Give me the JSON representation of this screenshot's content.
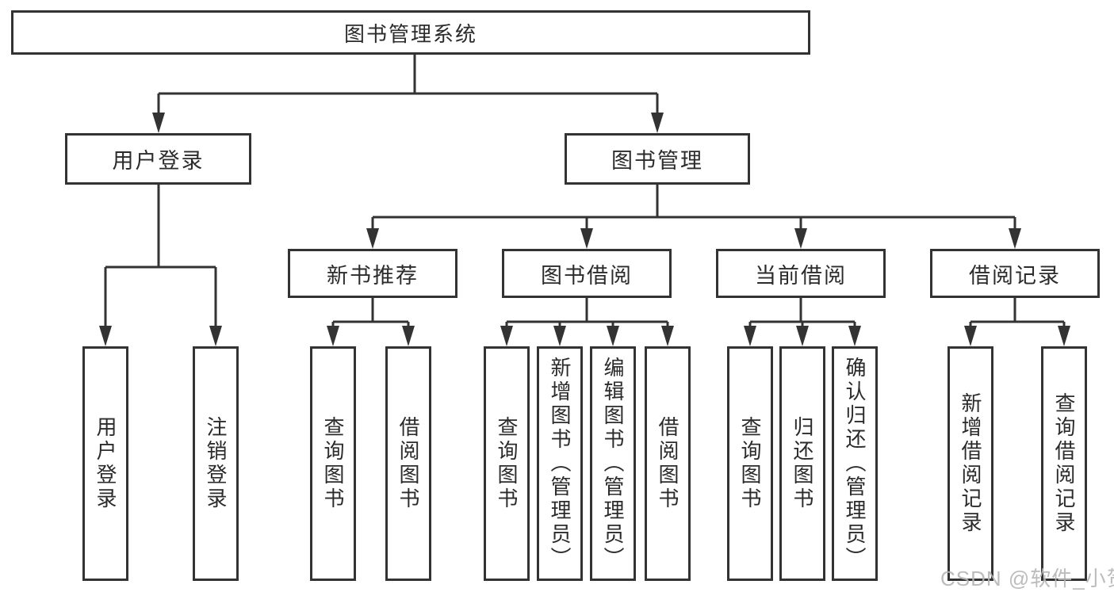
{
  "tree": {
    "label": "图书管理系统",
    "children": [
      {
        "label": "用户登录",
        "children": [
          {
            "label": "用户登录"
          },
          {
            "label": "注销登录"
          }
        ]
      },
      {
        "label": "图书管理",
        "children": [
          {
            "label": "新书推荐",
            "children": [
              {
                "label": "查询图书"
              },
              {
                "label": "借阅图书"
              }
            ]
          },
          {
            "label": "图书借阅",
            "children": [
              {
                "label": "查询图书"
              },
              {
                "label": "新增图书（管理员）"
              },
              {
                "label": "编辑图书（管理员）"
              },
              {
                "label": "借阅图书"
              }
            ]
          },
          {
            "label": "当前借阅",
            "children": [
              {
                "label": "查询图书"
              },
              {
                "label": "归还图书"
              },
              {
                "label": "确认归还（管理员）"
              }
            ]
          },
          {
            "label": "借阅记录",
            "children": [
              {
                "label": "新增借阅记录"
              },
              {
                "label": "查询借阅记录"
              }
            ]
          }
        ]
      }
    ]
  },
  "watermark": {
    "text": "CSDN @软件_小贺同学"
  },
  "colors": {
    "line": "#333333",
    "text": "#2b2b2b",
    "background": "#ffffff",
    "watermark": "#b5b5b5"
  }
}
